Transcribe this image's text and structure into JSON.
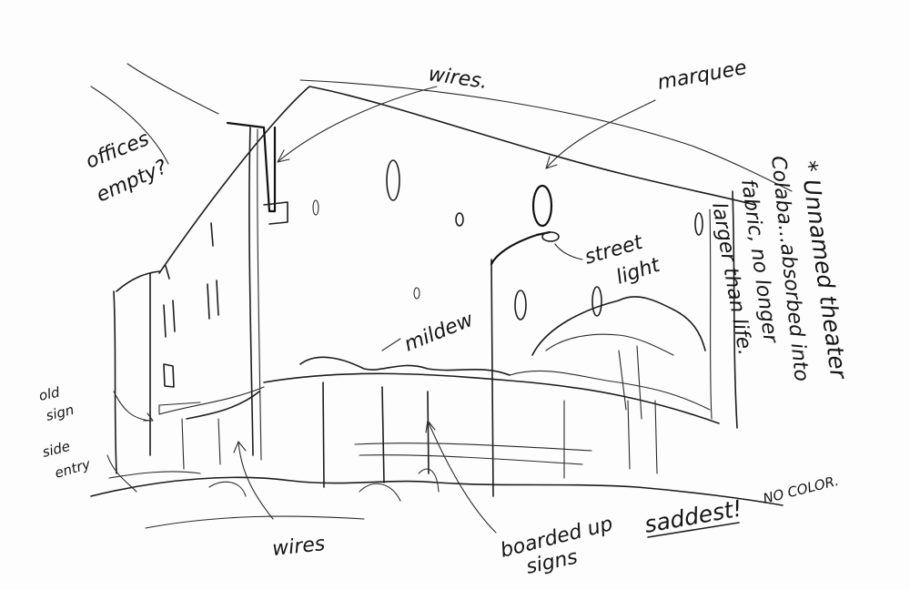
{
  "annotations": {
    "wires_top": "wires.",
    "marquee": "marquee",
    "offices_line1": "offices",
    "offices_line2": "empty?",
    "street_line1": "street",
    "street_line2": "light",
    "mildew": "mildew",
    "old_sign_line1": "old",
    "old_sign_line2": "sign",
    "side_entry_line1": "side",
    "side_entry_line2": "entry",
    "wires_bottom": "wires",
    "boarded_line1": "boarded up",
    "boarded_line2": "signs",
    "saddest": "saddest!",
    "no_color": "NO COLOR.",
    "margin_line1": "* Unnamed theater",
    "margin_line2": "Colaba...absorbed into",
    "margin_line3": "fabric, no longer",
    "margin_line4": "larger than life."
  }
}
